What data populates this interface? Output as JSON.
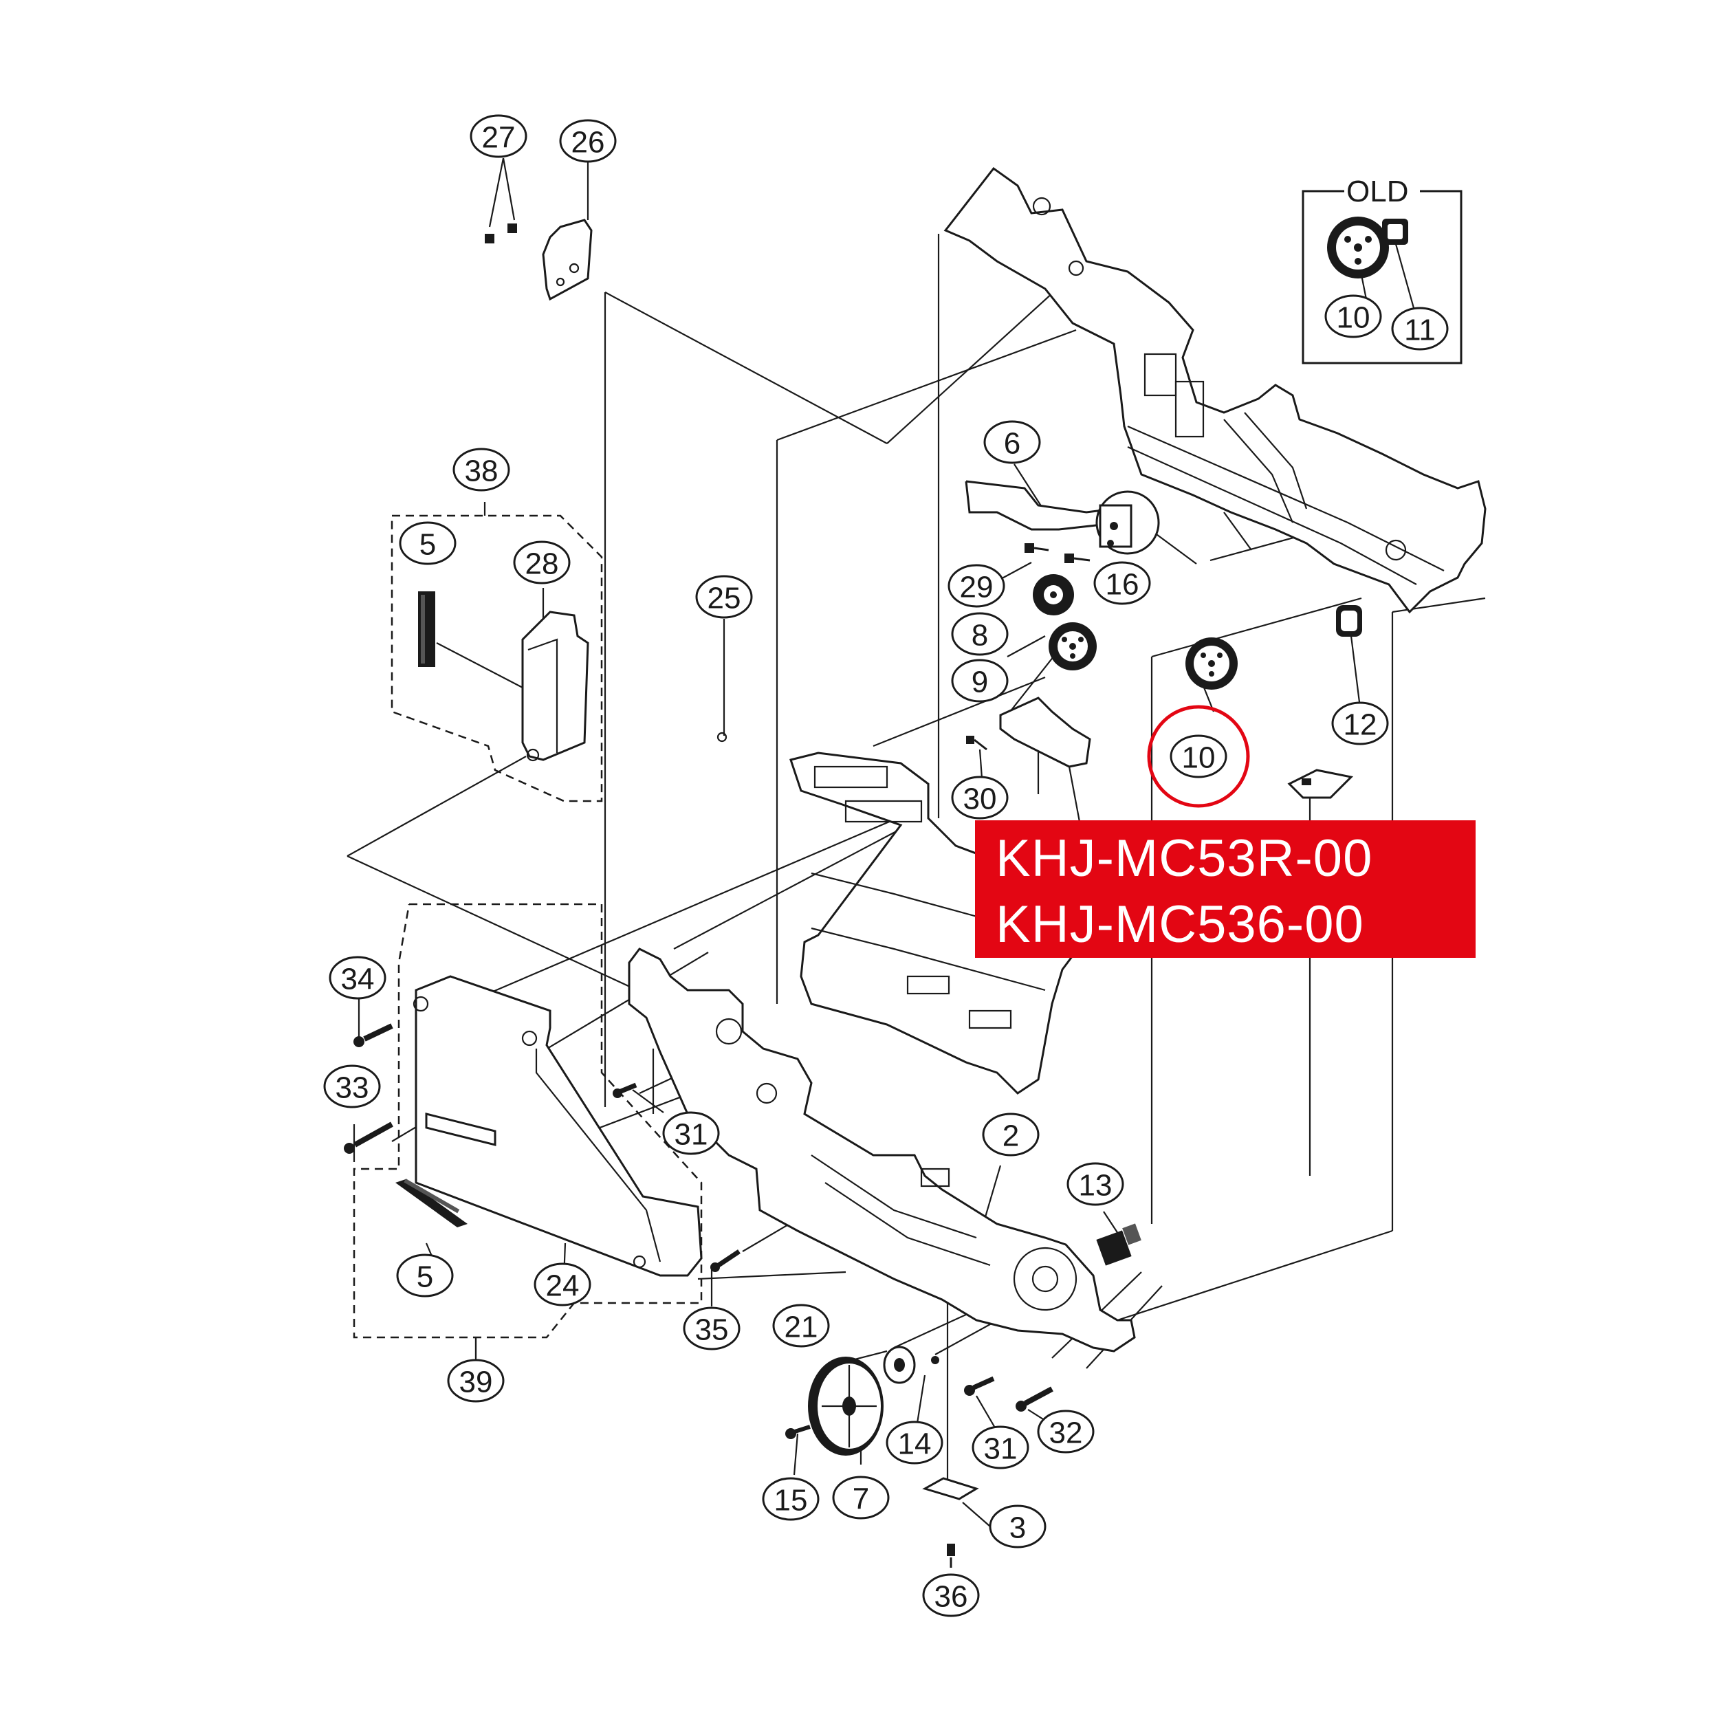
{
  "colors": {
    "highlight": "#e30613",
    "ink": "#1a1a1a"
  },
  "old_box": {
    "label": "OLD",
    "callouts": [
      "10",
      "11"
    ]
  },
  "callouts": [
    {
      "id": "c27",
      "label": "27"
    },
    {
      "id": "c26",
      "label": "26"
    },
    {
      "id": "c38",
      "label": "38"
    },
    {
      "id": "c5a",
      "label": "5"
    },
    {
      "id": "c28",
      "label": "28"
    },
    {
      "id": "c25",
      "label": "25"
    },
    {
      "id": "c6",
      "label": "6"
    },
    {
      "id": "c29",
      "label": "29"
    },
    {
      "id": "c16",
      "label": "16"
    },
    {
      "id": "c8",
      "label": "8"
    },
    {
      "id": "c9",
      "label": "9"
    },
    {
      "id": "c10",
      "label": "10"
    },
    {
      "id": "c12",
      "label": "12"
    },
    {
      "id": "c30",
      "label": "30"
    },
    {
      "id": "c34",
      "label": "34"
    },
    {
      "id": "c33",
      "label": "33"
    },
    {
      "id": "c31a",
      "label": "31"
    },
    {
      "id": "c2",
      "label": "2"
    },
    {
      "id": "c13",
      "label": "13"
    },
    {
      "id": "c5b",
      "label": "5"
    },
    {
      "id": "c24",
      "label": "24"
    },
    {
      "id": "c35",
      "label": "35"
    },
    {
      "id": "c21",
      "label": "21"
    },
    {
      "id": "c39",
      "label": "39"
    },
    {
      "id": "c14",
      "label": "14"
    },
    {
      "id": "c31b",
      "label": "31"
    },
    {
      "id": "c32",
      "label": "32"
    },
    {
      "id": "c15",
      "label": "15"
    },
    {
      "id": "c7",
      "label": "7"
    },
    {
      "id": "c3",
      "label": "3"
    },
    {
      "id": "c36",
      "label": "36"
    }
  ],
  "highlight_callout": "10",
  "banner": {
    "line1": "KHJ-MC53R-00",
    "line2": "KHJ-MC536-00"
  }
}
